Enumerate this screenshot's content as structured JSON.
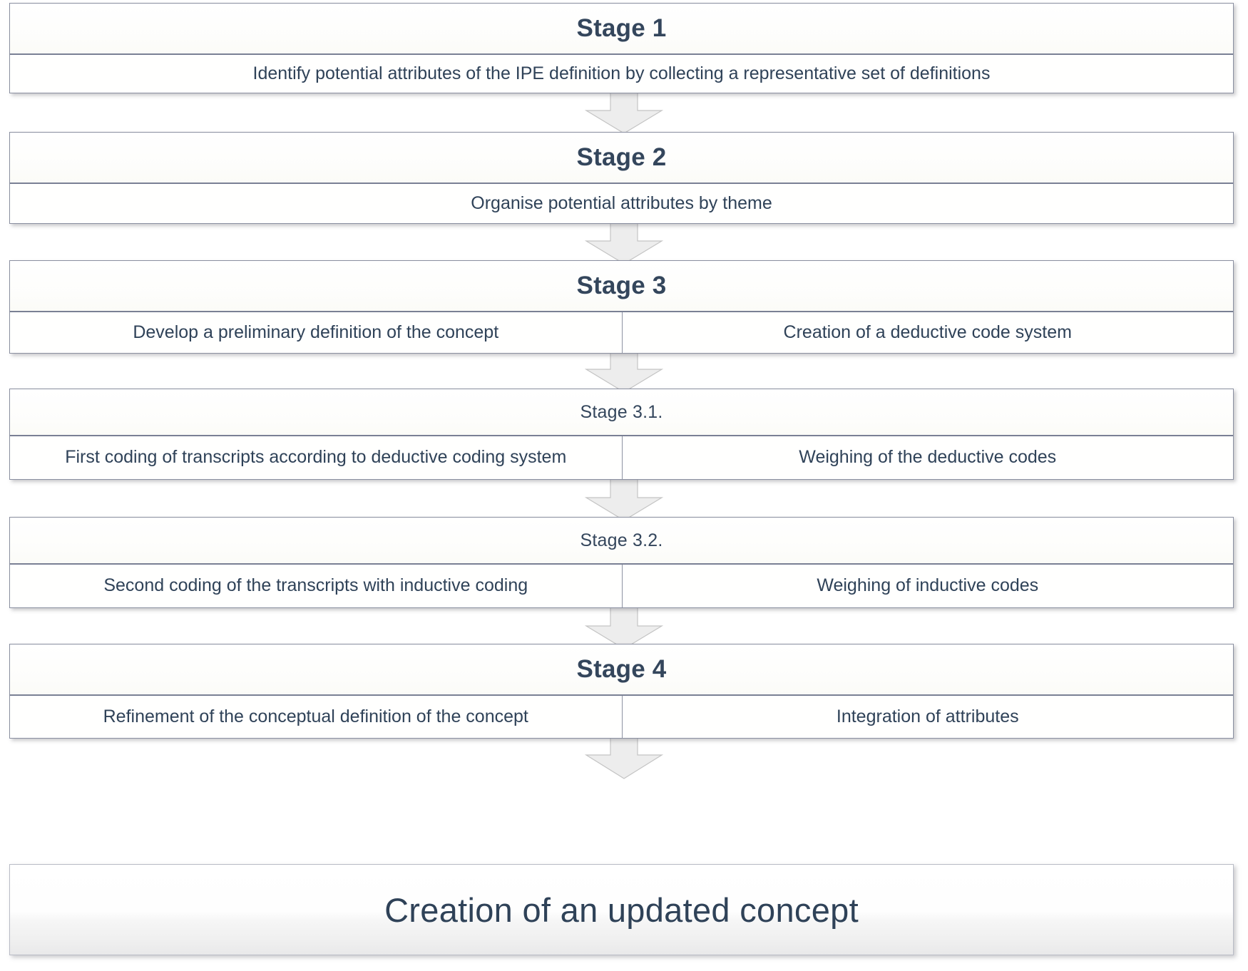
{
  "diagram": {
    "title": "IPE concept development process flowchart",
    "text_color": "#2f4258",
    "heading_color": "#34465c",
    "border_color": "#8a8fa0",
    "arrow_fill": "#ededed",
    "arrow_stroke": "#bfbfbf",
    "background": "#ffffff"
  },
  "stages": [
    {
      "id": "stage-1",
      "heading": "Stage 1",
      "heading_style": "big",
      "cells": [
        "Identify potential attributes of the IPE definition by collecting a representative set of definitions"
      ]
    },
    {
      "id": "stage-2",
      "heading": "Stage 2",
      "heading_style": "big",
      "cells": [
        "Organise potential attributes by theme"
      ]
    },
    {
      "id": "stage-3",
      "heading": "Stage 3",
      "heading_style": "big",
      "cells": [
        "Develop a preliminary definition of the concept",
        "Creation of a deductive code system"
      ]
    },
    {
      "id": "stage-3-1",
      "heading": "Stage 3.1.",
      "heading_style": "small",
      "cells": [
        "First coding of transcripts according to deductive coding system",
        "Weighing of the deductive codes"
      ]
    },
    {
      "id": "stage-3-2",
      "heading": "Stage 3.2.",
      "heading_style": "small",
      "cells": [
        "Second coding of the transcripts with inductive coding",
        "Weighing of inductive codes"
      ]
    },
    {
      "id": "stage-4",
      "heading": "Stage 4",
      "heading_style": "big",
      "cells": [
        "Refinement of the conceptual definition of the concept",
        "Integration of attributes"
      ]
    }
  ],
  "final": {
    "id": "final-outcome",
    "label": "Creation of an updated concept"
  },
  "arrows": [
    {
      "id": "arrow-1-to-2",
      "from": "stage-1",
      "to": "stage-2",
      "direction": "down"
    },
    {
      "id": "arrow-2-to-3",
      "from": "stage-2",
      "to": "stage-3",
      "direction": "down"
    },
    {
      "id": "arrow-3-to-3-1",
      "from": "stage-3",
      "to": "stage-3-1",
      "direction": "down"
    },
    {
      "id": "arrow-3-1-to-3-2",
      "from": "stage-3-1",
      "to": "stage-3-2",
      "direction": "down"
    },
    {
      "id": "arrow-3-2-to-4",
      "from": "stage-3-2",
      "to": "stage-4",
      "direction": "down"
    },
    {
      "id": "arrow-4-to-final",
      "from": "stage-4",
      "to": "final-outcome",
      "direction": "down"
    }
  ]
}
